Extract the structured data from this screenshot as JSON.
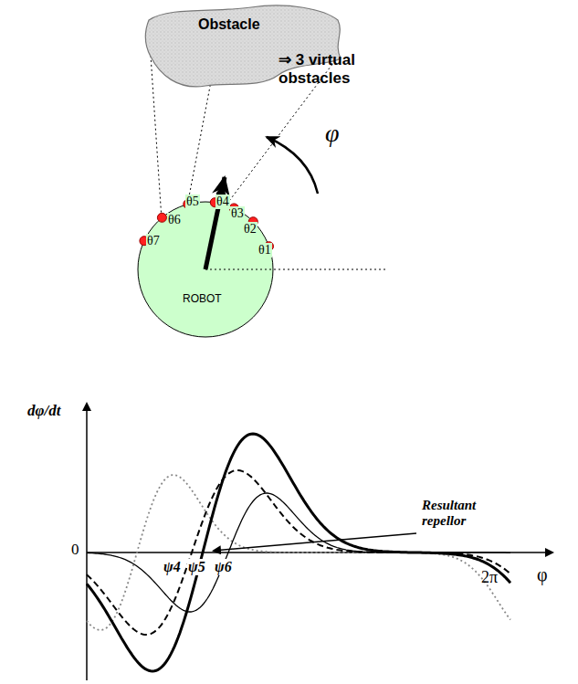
{
  "diagram": {
    "nodes": [
      {
        "text": [
          "Obstacle"
        ]
      },
      {
        "text": [
          "ROBOT"
        ]
      }
    ],
    "edges": [
      {
        "from": 1,
        "to": 0,
        "arrow": "none"
      },
      {
        "from": 1,
        "to": 0,
        "arrow": "none"
      },
      {
        "from": 1,
        "to": 0,
        "arrow": "none"
      }
    ],
    "labels": [
      "⇒ 3 virtual obstacles",
      "θ1",
      "θ2",
      "θ3",
      "θ4",
      "θ5",
      "θ6",
      "θ7",
      "φ",
      "dφ/dt",
      "Resultant repellor",
      "0",
      "ψ4",
      "ψ5",
      "ψ6",
      "2π",
      "φ"
    ]
  }
}
